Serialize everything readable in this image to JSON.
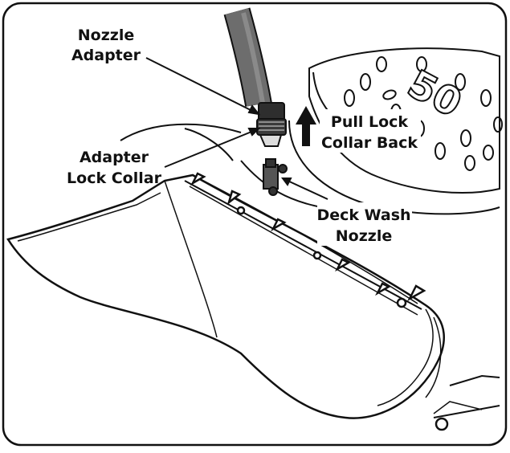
{
  "labels": {
    "nozzle_adapter": [
      "Nozzle",
      "Adapter"
    ],
    "adapter_lock_collar": [
      "Adapter",
      "Lock Collar"
    ],
    "pull_lock_collar_back": [
      "Pull Lock",
      "Collar Back"
    ],
    "deck_wash_nozzle": [
      "Deck Wash",
      "Nozzle"
    ]
  },
  "deck_number": "50",
  "colors": {
    "ink": "#111111",
    "hose": "#6d6d6d",
    "hose_shade": "#4a4a4a",
    "collar": "#3a3a3a",
    "background": "#ffffff"
  }
}
